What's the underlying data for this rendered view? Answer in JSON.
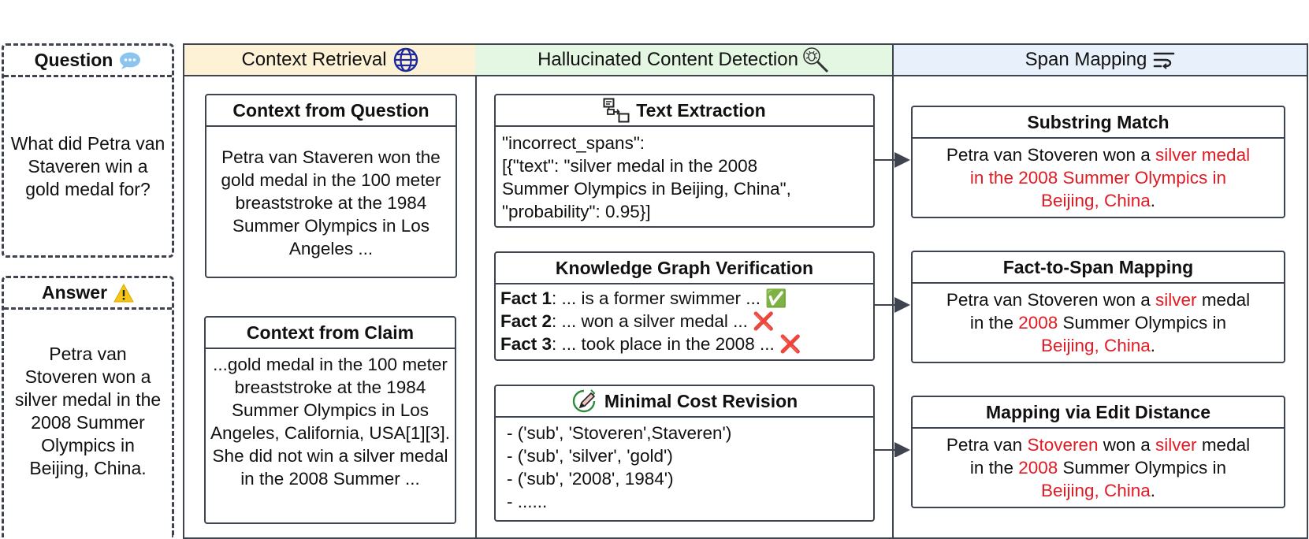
{
  "question": {
    "title": "Question",
    "icon": "speech-bubble-icon",
    "text": "What did Petra van Staveren win a gold medal for?"
  },
  "answer": {
    "title": "Answer",
    "icon": "warning-icon",
    "text": "Petra van Stoveren won a silver medal in the 2008 Summer Olympics in Beijing, China."
  },
  "context_retrieval": {
    "title": "Context Retrieval",
    "icon": "globe-icon",
    "header_color": "#fdf2d6",
    "from_question": {
      "title": "Context from Question",
      "text": "Petra van Staveren won the gold medal in the 100 meter breaststroke at the 1984 Summer Olympics in Los Angeles ..."
    },
    "from_claim": {
      "title": "Context from Claim",
      "text": "...gold medal in the 100 meter breaststroke at the 1984 Summer Olympics in Los Angeles, California, USA[1][3]. She did not win a silver medal in the 2008 Summer ..."
    }
  },
  "detection": {
    "title": "Hallucinated Content Detection",
    "icon": "magnifier-bug-icon",
    "header_color": "#e3f7e3",
    "text_extraction": {
      "title": "Text Extraction",
      "icon": "extract-icon",
      "lines": [
        "\"incorrect_spans\":",
        "[{\"text\": \"silver medal in the 2008",
        "Summer Olympics in Beijing, China\",",
        "\"probability\": 0.95}]"
      ]
    },
    "kg_verification": {
      "title": "Knowledge Graph Verification",
      "facts": [
        {
          "label": "Fact 1",
          "text": ": ... is a former swimmer ... ",
          "mark": "✅"
        },
        {
          "label": "Fact 2",
          "text": ": ... won a silver medal ... ",
          "mark": "❌"
        },
        {
          "label": "Fact 3",
          "text": ": ... took place in the 2008 ... ",
          "mark": "❌"
        }
      ]
    },
    "min_cost_revision": {
      "title": "Minimal Cost Revision",
      "icon": "edit-cycle-icon",
      "lines": [
        "- ('sub', 'Stoveren',Staveren')",
        "- ('sub', 'silver', 'gold')",
        "- ('sub', '2008', 1984')",
        "- ......"
      ]
    }
  },
  "span_mapping": {
    "title": "Span Mapping",
    "icon": "mapping-icon",
    "header_color": "#e8f1fb",
    "substring_match": {
      "title": "Substring Match",
      "p1": "Petra van Stoveren won a ",
      "r1": "silver medal",
      "r2": "in the 2008 Summer Olympics in",
      "r3": "Beijing, China",
      "p2": "."
    },
    "fact_to_span": {
      "title": "Fact-to-Span Mapping",
      "p1": "Petra van Stoveren won a ",
      "r1": "silver",
      "p2": " medal",
      "r2": "2008",
      "p3": "in the ",
      "p4": " Summer Olympics in",
      "r3": "Beijing, China",
      "p5": "."
    },
    "edit_distance": {
      "title": "Mapping via Edit Distance",
      "p1": "Petra van ",
      "r1": "Stoveren",
      "p2": " won a ",
      "r2": "silver",
      "p3": " medal",
      "p4": "in the ",
      "r3": "2008",
      "p5": " Summer Olympics in",
      "r4": "Beijing, China",
      "p6": "."
    }
  }
}
